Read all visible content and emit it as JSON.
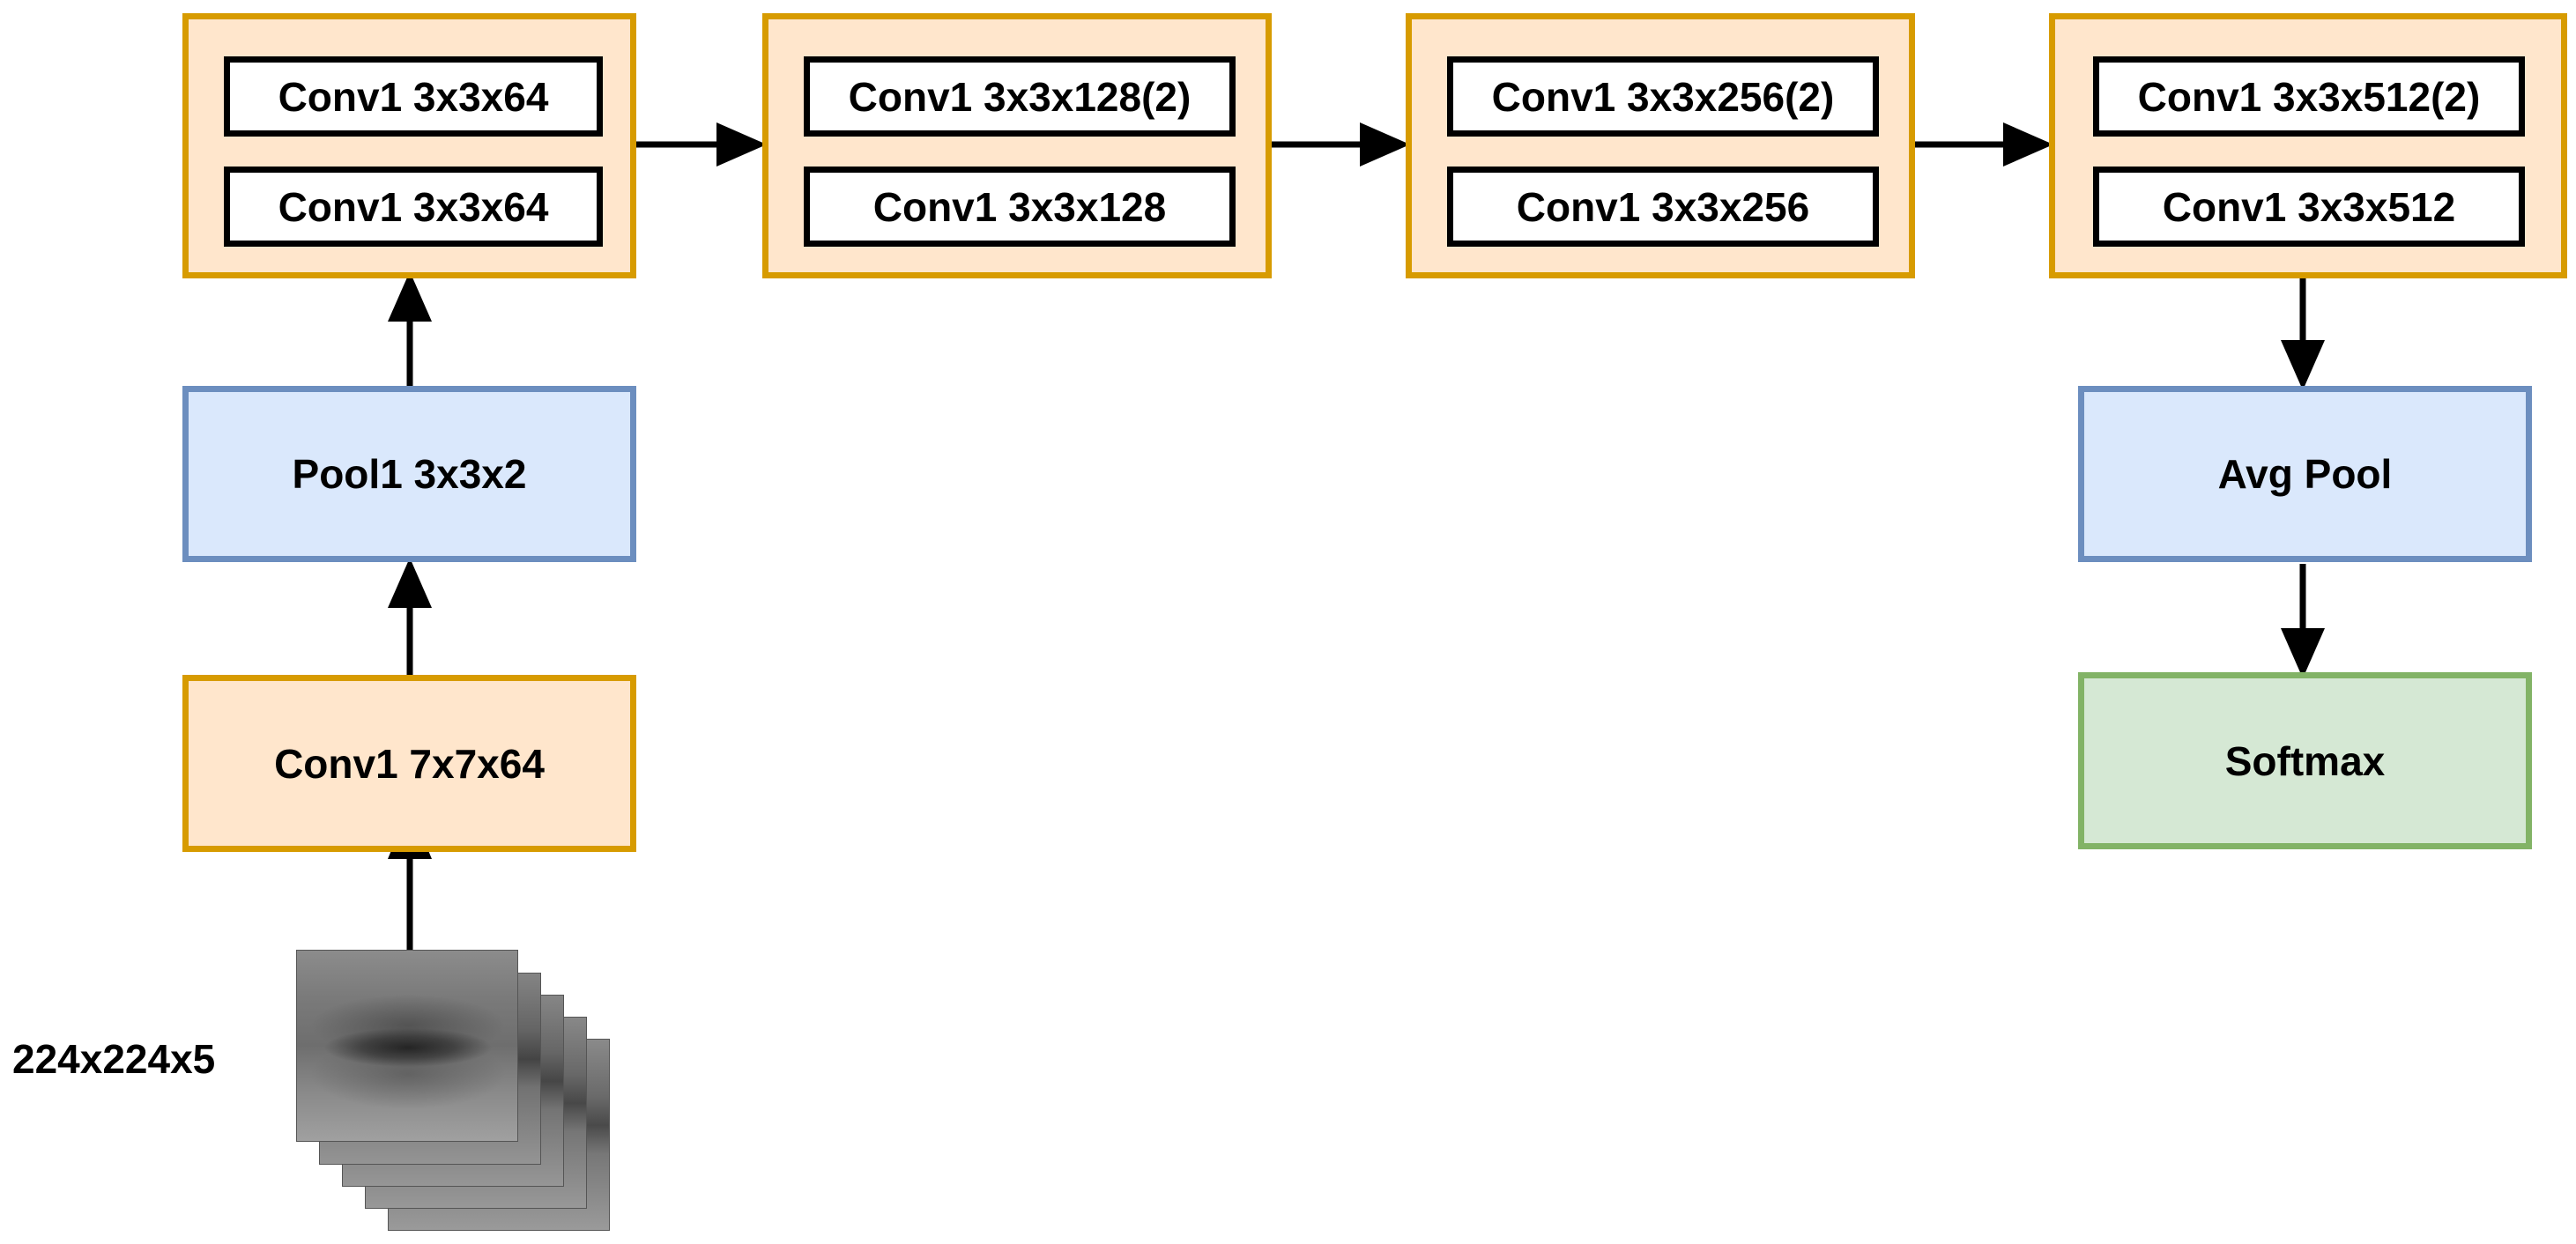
{
  "blocks": [
    {
      "top": "Conv1 3x3x64",
      "bottom": "Conv1 3x3x64"
    },
    {
      "top": "Conv1 3x3x128(2)",
      "bottom": "Conv1 3x3x128"
    },
    {
      "top": "Conv1 3x3x256(2)",
      "bottom": "Conv1 3x3x256"
    },
    {
      "top": "Conv1 3x3x512(2)",
      "bottom": "Conv1 3x3x512"
    }
  ],
  "pool1": "Pool1 3x3x2",
  "conv_first": "Conv1 7x7x64",
  "avg_pool": "Avg Pool",
  "softmax": "Softmax",
  "input_label": "224x224x5",
  "input_frame_count": 5,
  "colors": {
    "conv_fill": "#ffe6cc",
    "conv_border": "#d79b00",
    "pool_fill": "#dae8fc",
    "pool_border": "#6c8ebf",
    "softmax_fill": "#d5e8d4",
    "softmax_border": "#82b366"
  }
}
